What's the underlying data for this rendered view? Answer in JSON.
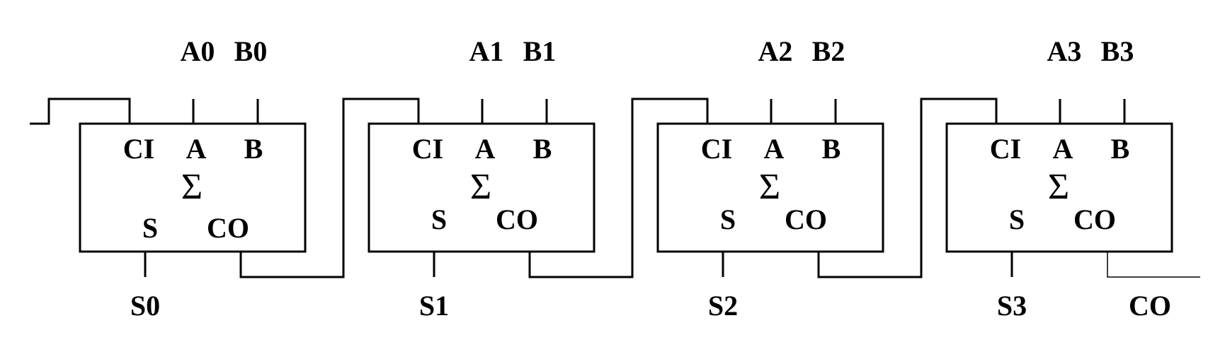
{
  "adders": [
    {
      "a_input": "A0",
      "b_input": "B0",
      "sum_output": "S0",
      "port_ci": "CI",
      "port_a": "A",
      "port_b": "B",
      "symbol": "Σ",
      "port_s": "S",
      "port_co": "CO"
    },
    {
      "a_input": "A1",
      "b_input": "B1",
      "sum_output": "S1",
      "port_ci": "CI",
      "port_a": "A",
      "port_b": "B",
      "symbol": "Σ",
      "port_s": "S",
      "port_co": "CO"
    },
    {
      "a_input": "A2",
      "b_input": "B2",
      "sum_output": "S2",
      "port_ci": "CI",
      "port_a": "A",
      "port_b": "B",
      "symbol": "Σ",
      "port_s": "S",
      "port_co": "CO"
    },
    {
      "a_input": "A3",
      "b_input": "B3",
      "sum_output": "S3",
      "port_ci": "CI",
      "port_a": "A",
      "port_b": "B",
      "symbol": "Σ",
      "port_s": "S",
      "port_co": "CO"
    }
  ],
  "carry_out_label": "CO"
}
